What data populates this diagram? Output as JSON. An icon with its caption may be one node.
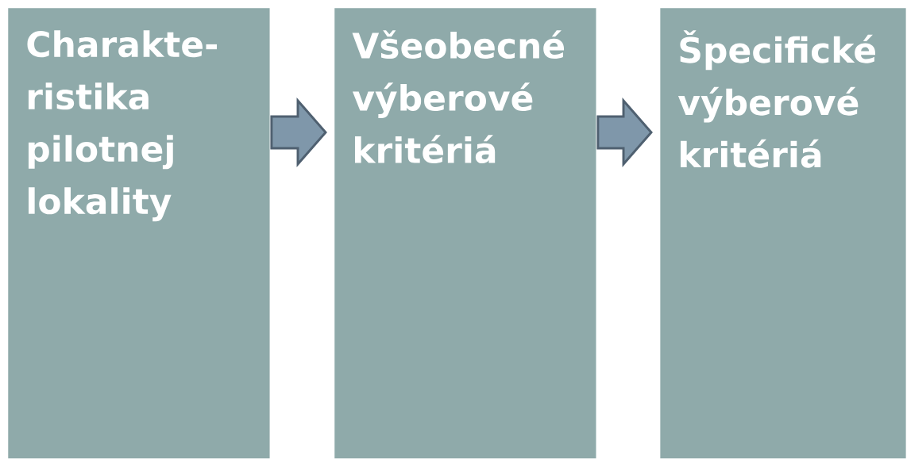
{
  "diagram": {
    "nodes": [
      {
        "text": [
          "Charakte-ristika pilotnej lokality"
        ]
      },
      {
        "text": [
          "Všeobecné výberové kritériá"
        ]
      },
      {
        "text": [
          "Špecifické výberové kritériá"
        ]
      }
    ],
    "edges": [
      {
        "from": 0,
        "to": 1,
        "arrow": "to"
      },
      {
        "from": 1,
        "to": 2,
        "arrow": "to"
      }
    ]
  }
}
